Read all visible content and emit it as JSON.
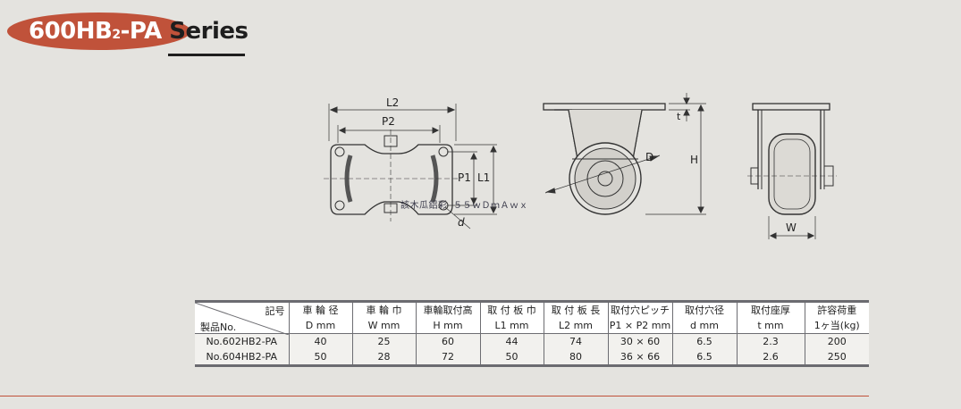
{
  "title": {
    "main": "600HB",
    "sub": "2",
    "suffix": "-PA",
    "word": "Series",
    "oval_color": "#c0523a"
  },
  "drawing": {
    "top_view": {
      "dim_l2": "L2",
      "dim_p2": "P2",
      "dim_p1": "P1",
      "dim_l1": "L1",
      "dim_d_hole": "d"
    },
    "side_view": {
      "dim_t": "t",
      "dim_h": "H",
      "dim_d_wheel": "D"
    },
    "front_view": {
      "dim_w": "W"
    },
    "overlay_text": "該木瓜鋁彩 ５５ｗＤｍＡｗｘ"
  },
  "table": {
    "corner_top": "記号",
    "corner_bottom": "製品No.",
    "header_jp": [
      "車 輪 径",
      "車 輪 巾",
      "車輪取付高",
      "取 付 板 巾",
      "取 付 板 長",
      "取付穴ピッチ",
      "取付穴径",
      "取付座厚",
      "許容荷重"
    ],
    "header_units": [
      "D mm",
      "W mm",
      "H mm",
      "L1 mm",
      "L2 mm",
      "P1 × P2 mm",
      "d mm",
      "t mm",
      "1ヶ当(kg)"
    ],
    "rows": [
      {
        "name": "No.602HB2-PA",
        "values": [
          "40",
          "25",
          "60",
          "44",
          "74",
          "30 × 60",
          "6.5",
          "2.3",
          "200"
        ]
      },
      {
        "name": "No.604HB2-PA",
        "values": [
          "50",
          "28",
          "72",
          "50",
          "80",
          "36 × 66",
          "6.5",
          "2.6",
          "250"
        ]
      }
    ]
  }
}
